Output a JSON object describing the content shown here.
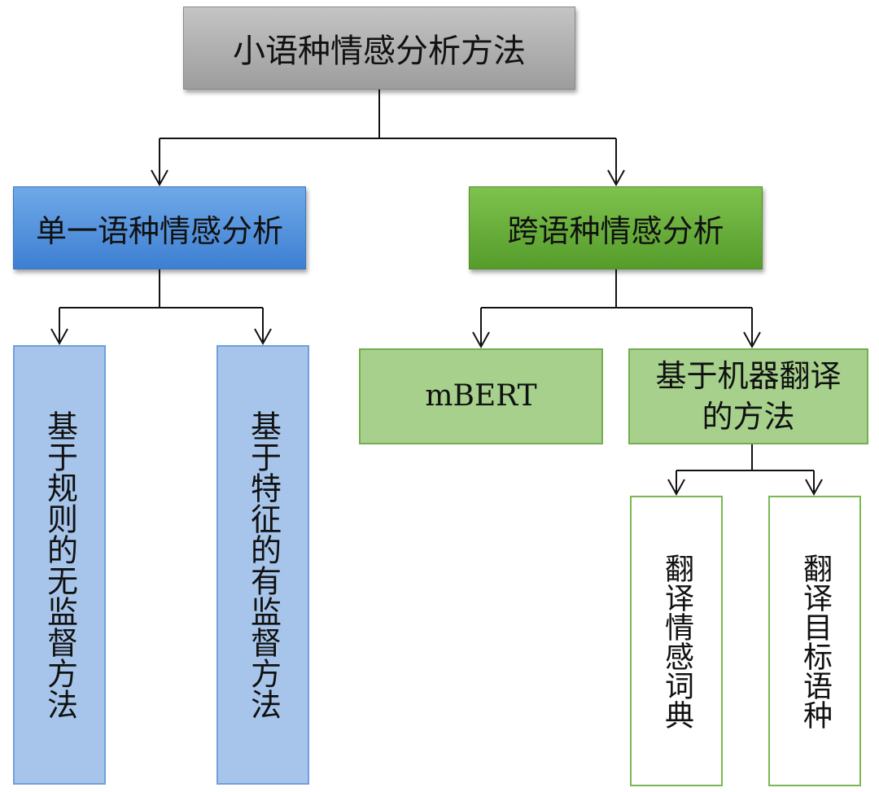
{
  "root": {
    "label": "小语种情感分析方法"
  },
  "branches": [
    {
      "label": "单一语种情感分析",
      "children": [
        {
          "label": "基于规则的无监督方法"
        },
        {
          "label": "基于特征的有监督方法"
        }
      ]
    },
    {
      "label": "跨语种情感分析",
      "children": [
        {
          "label": "mBERT"
        },
        {
          "label_line1": "基于机器翻译",
          "label_line2": "的方法",
          "children": [
            {
              "label": "翻译情感词典"
            },
            {
              "label": "翻译目标语种"
            }
          ]
        }
      ]
    }
  ],
  "colors": {
    "root": "#a9a9a9",
    "blue": "#4a8ad8",
    "blue_light": "#a7c5ea",
    "green": "#6ab13b",
    "green_light": "#a6d08c",
    "line": "#000000"
  }
}
